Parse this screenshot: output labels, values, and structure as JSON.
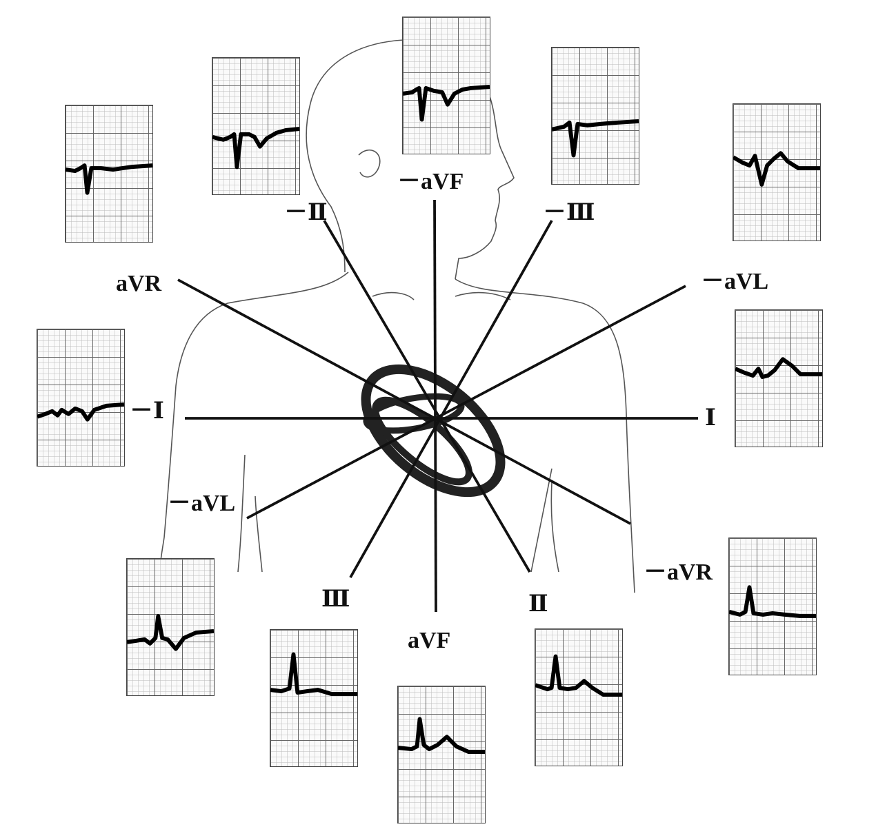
{
  "leads": {
    "aVR": "aVR",
    "neg_aVR": "－aVR",
    "aVL_neg_upper": "－aVL",
    "neg_aVL": "－aVL",
    "aVF": "aVF",
    "neg_aVF": "－aVF",
    "I": "Ⅰ",
    "neg_I": "－Ⅰ",
    "II": "Ⅱ",
    "neg_II": "－Ⅱ",
    "III": "Ⅲ",
    "neg_III": "－Ⅲ"
  }
}
